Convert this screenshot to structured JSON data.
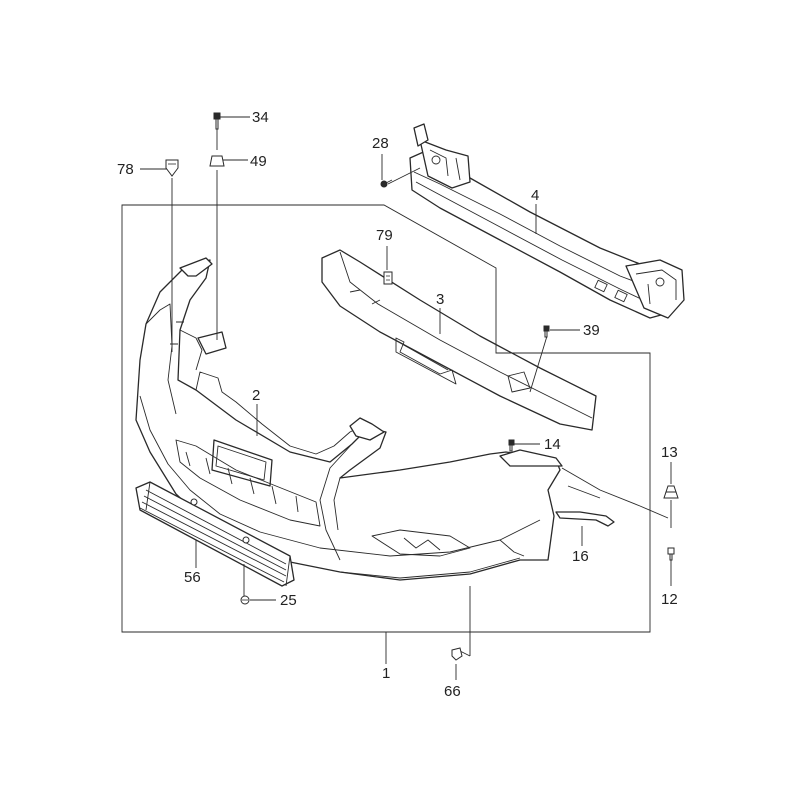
{
  "callouts": {
    "c1": "1",
    "c2": "2",
    "c3": "3",
    "c4": "4",
    "c12": "12",
    "c13": "13",
    "c14": "14",
    "c16": "16",
    "c25": "25",
    "c28": "28",
    "c34": "34",
    "c39": "39",
    "c49": "49",
    "c56": "56",
    "c66": "66",
    "c78": "78",
    "c79": "79"
  }
}
